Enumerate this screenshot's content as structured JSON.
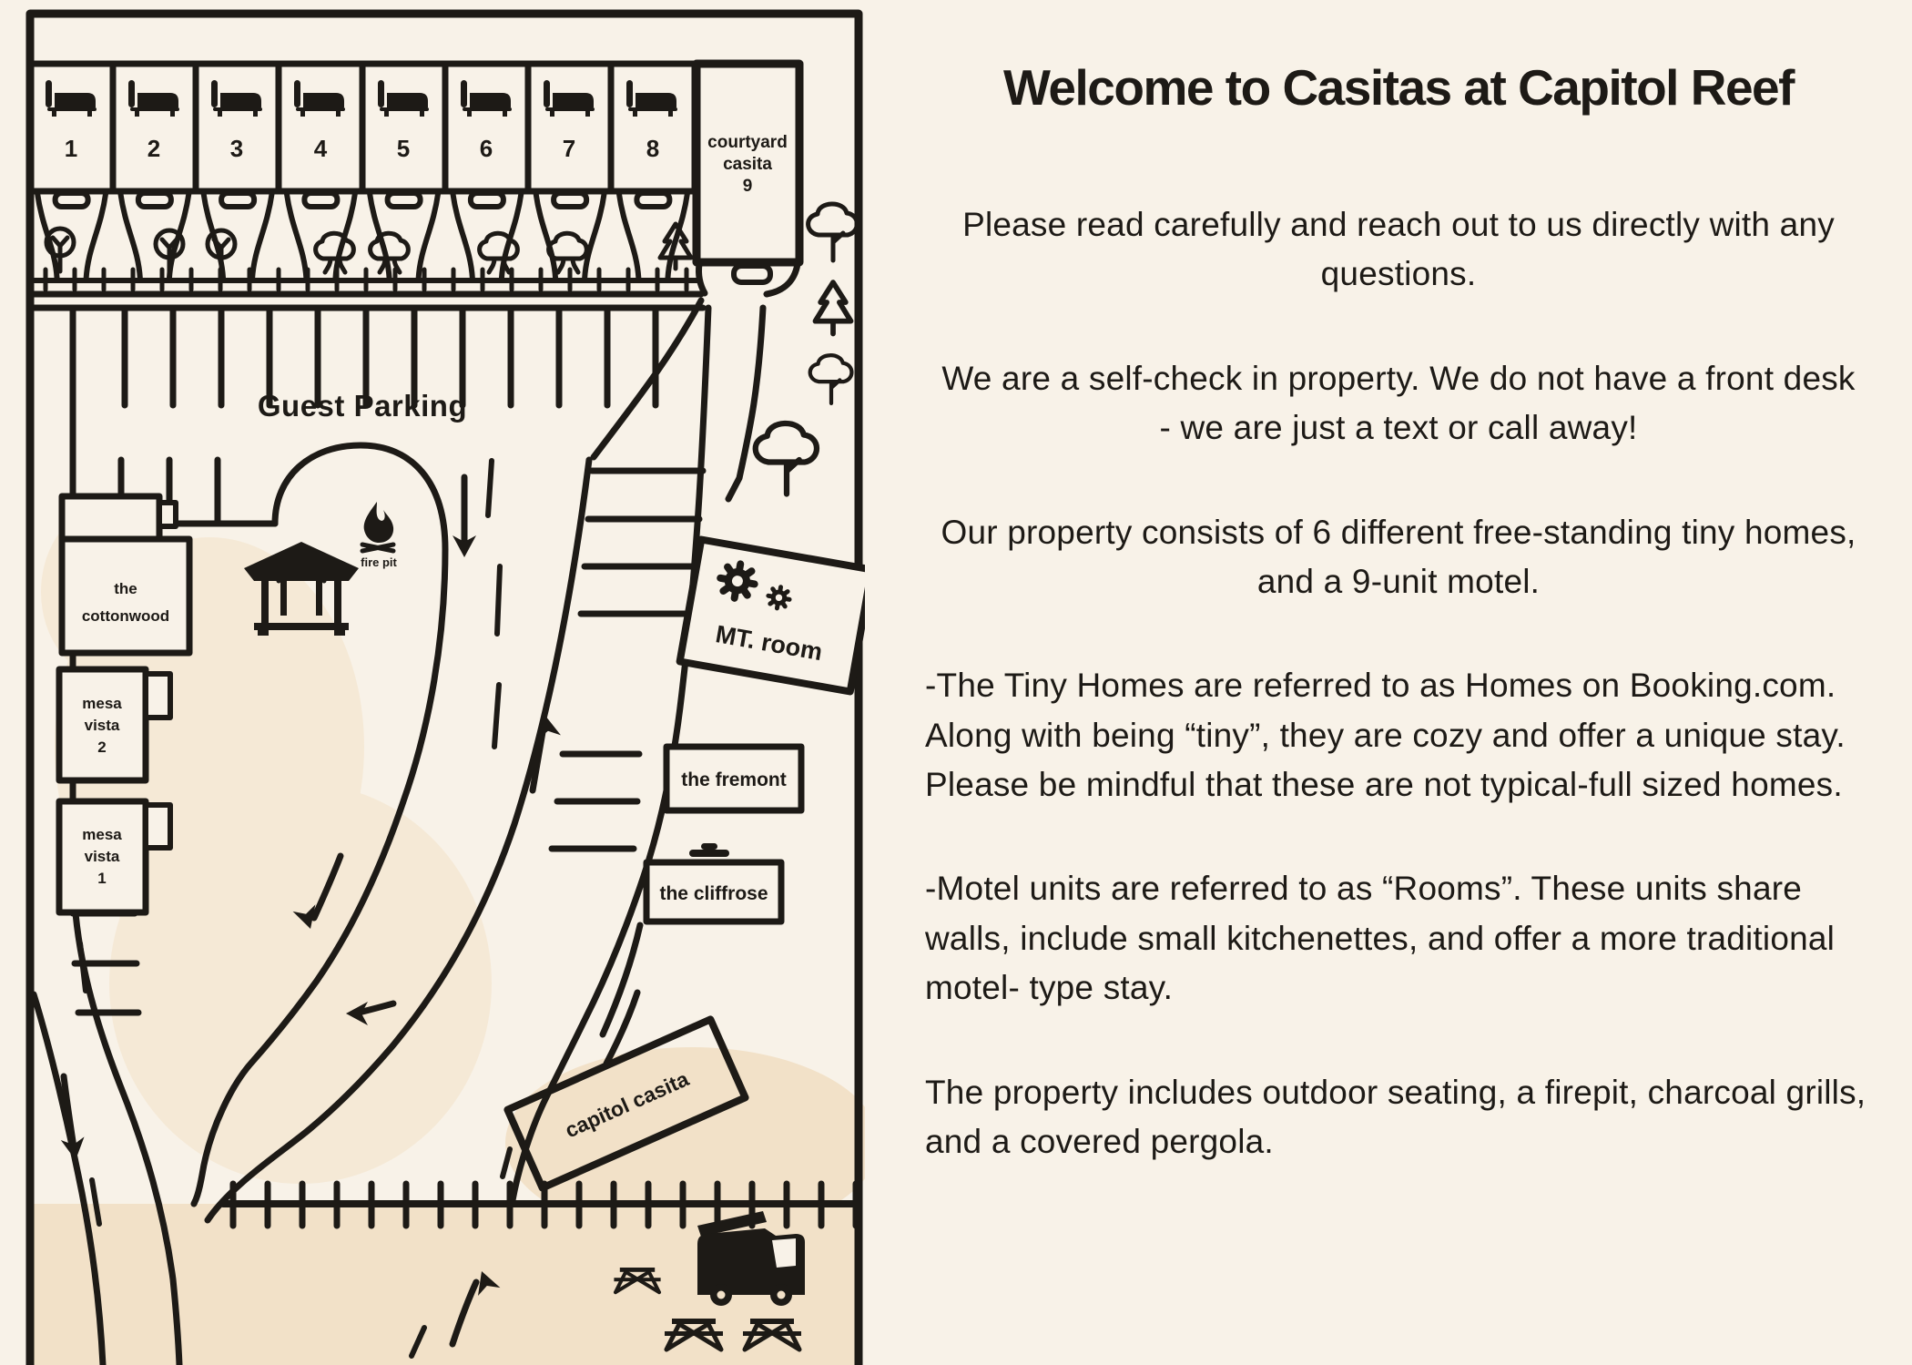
{
  "colors": {
    "background": "#f8f2e8",
    "ink": "#1d1a16",
    "tan": "#f2e1c8",
    "tan_soft": "#f5e9d6"
  },
  "map": {
    "rooms": [
      "1",
      "2",
      "3",
      "4",
      "5",
      "6",
      "7",
      "8"
    ],
    "courtyard_casita": [
      "courtyard",
      "casita",
      "9"
    ],
    "guest_parking": "Guest Parking",
    "fire_pit": "fire pit",
    "mt_room": "MT. room",
    "cottonwood": [
      "the",
      "cottonwood"
    ],
    "mesa_vista_2": [
      "mesa",
      "vista",
      "2"
    ],
    "mesa_vista_1": [
      "mesa",
      "vista",
      "1"
    ],
    "fremont": "the fremont",
    "cliffrose": "the cliffrose",
    "capitol_casita": "capitol casita",
    "icons": {
      "bed": "bed-icon",
      "fire_pit": "flame-icon",
      "maintenance": "gear-icons",
      "trash": "trash-can-icon",
      "pergola": "pergola-icon",
      "trees": [
        "round-tree",
        "bushy-tree",
        "pine-tree"
      ],
      "vehicle": "food-truck-icon",
      "seating": "picnic-table-icon"
    }
  },
  "info": {
    "title": "Welcome to Casitas at Capitol Reef",
    "paragraphs": [
      "Please read carefully and reach out to us directly with any questions.",
      "We are a self-check in property. We do not have a front desk - we are just a text or call away!",
      "Our property consists of 6 different free-standing tiny homes, and a 9-unit motel.",
      "-The Tiny Homes are referred to as Homes on Booking.com. Along with being “tiny”, they are cozy and offer a unique stay. Please be mindful that these are not typical-full sized homes.",
      "-Motel units are referred to as “Rooms”. These units share walls, include small kitchenettes, and offer a more traditional motel- type stay.",
      "The property includes outdoor seating, a firepit, charcoal grills, and a covered pergola."
    ]
  }
}
